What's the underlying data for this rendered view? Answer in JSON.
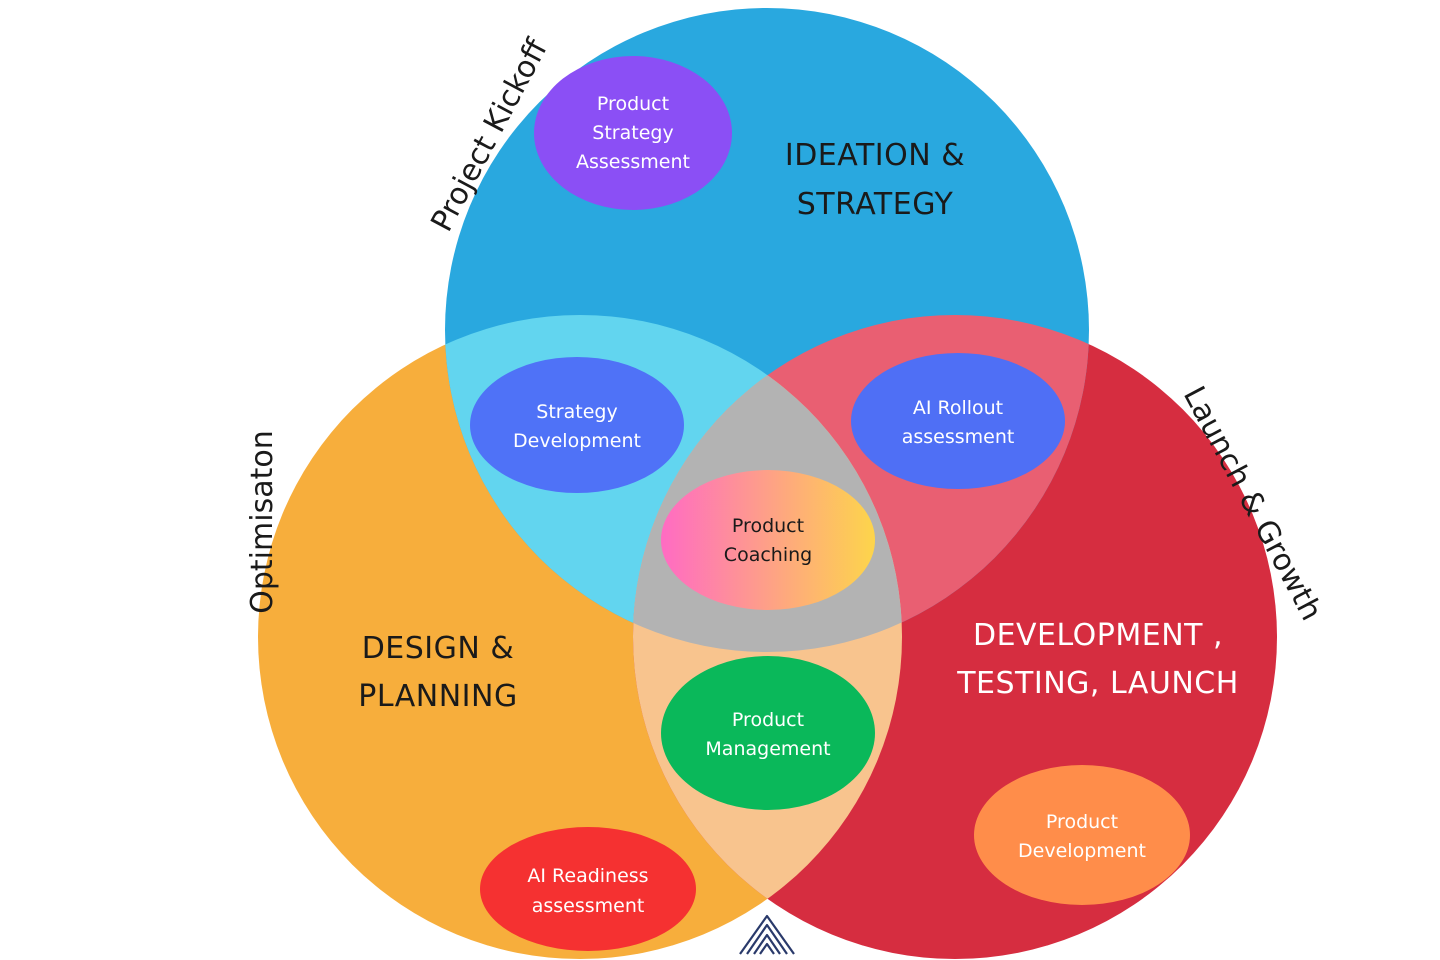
{
  "circles": {
    "ideation": {
      "title_lines": [
        "IDEATION &",
        "STRATEGY"
      ],
      "color": "#29a8df"
    },
    "design": {
      "title_lines": [
        "DESIGN &",
        "PLANNING"
      ],
      "color": "#f7ae3c"
    },
    "development": {
      "title_lines": [
        "DEVELOPMENT ,",
        "TESTING, LAUNCH"
      ],
      "color": "#d62d40"
    }
  },
  "overlaps": {
    "ideation_design": {
      "color": "#62d5ef"
    },
    "ideation_development": {
      "color": "#e95f72"
    },
    "design_development": {
      "color": "#f8c48e"
    },
    "center": {
      "color": "#b3b3b3"
    }
  },
  "phases": {
    "top_left": "Project Kickoff",
    "left": "Optimisaton",
    "right": "Launch & Growth"
  },
  "services": [
    {
      "id": "product-strategy-assessment",
      "lines": [
        "Product",
        "Strategy",
        "Assessment"
      ],
      "color": "#8b4ff5"
    },
    {
      "id": "strategy-development",
      "lines": [
        "Strategy",
        "Development"
      ],
      "color": "#4f72f7"
    },
    {
      "id": "ai-rollout-assessment",
      "lines": [
        "AI Rollout",
        "assessment"
      ],
      "color": "#4f6ff5"
    },
    {
      "id": "product-coaching",
      "lines": [
        "Product",
        "Coaching"
      ],
      "gradient": [
        "#ff6bc3",
        "#fdd54b"
      ]
    },
    {
      "id": "product-management",
      "lines": [
        "Product",
        "Management"
      ],
      "color": "#0ab85a"
    },
    {
      "id": "ai-readiness-assessment",
      "lines": [
        "AI Readiness",
        "assessment"
      ],
      "color": "#f53131"
    },
    {
      "id": "product-development",
      "lines": [
        "Product",
        "Development"
      ],
      "color": "#ff8d4a"
    }
  ],
  "logo": {
    "icon": "mountain-logo-icon",
    "color": "#2a3a6b"
  }
}
